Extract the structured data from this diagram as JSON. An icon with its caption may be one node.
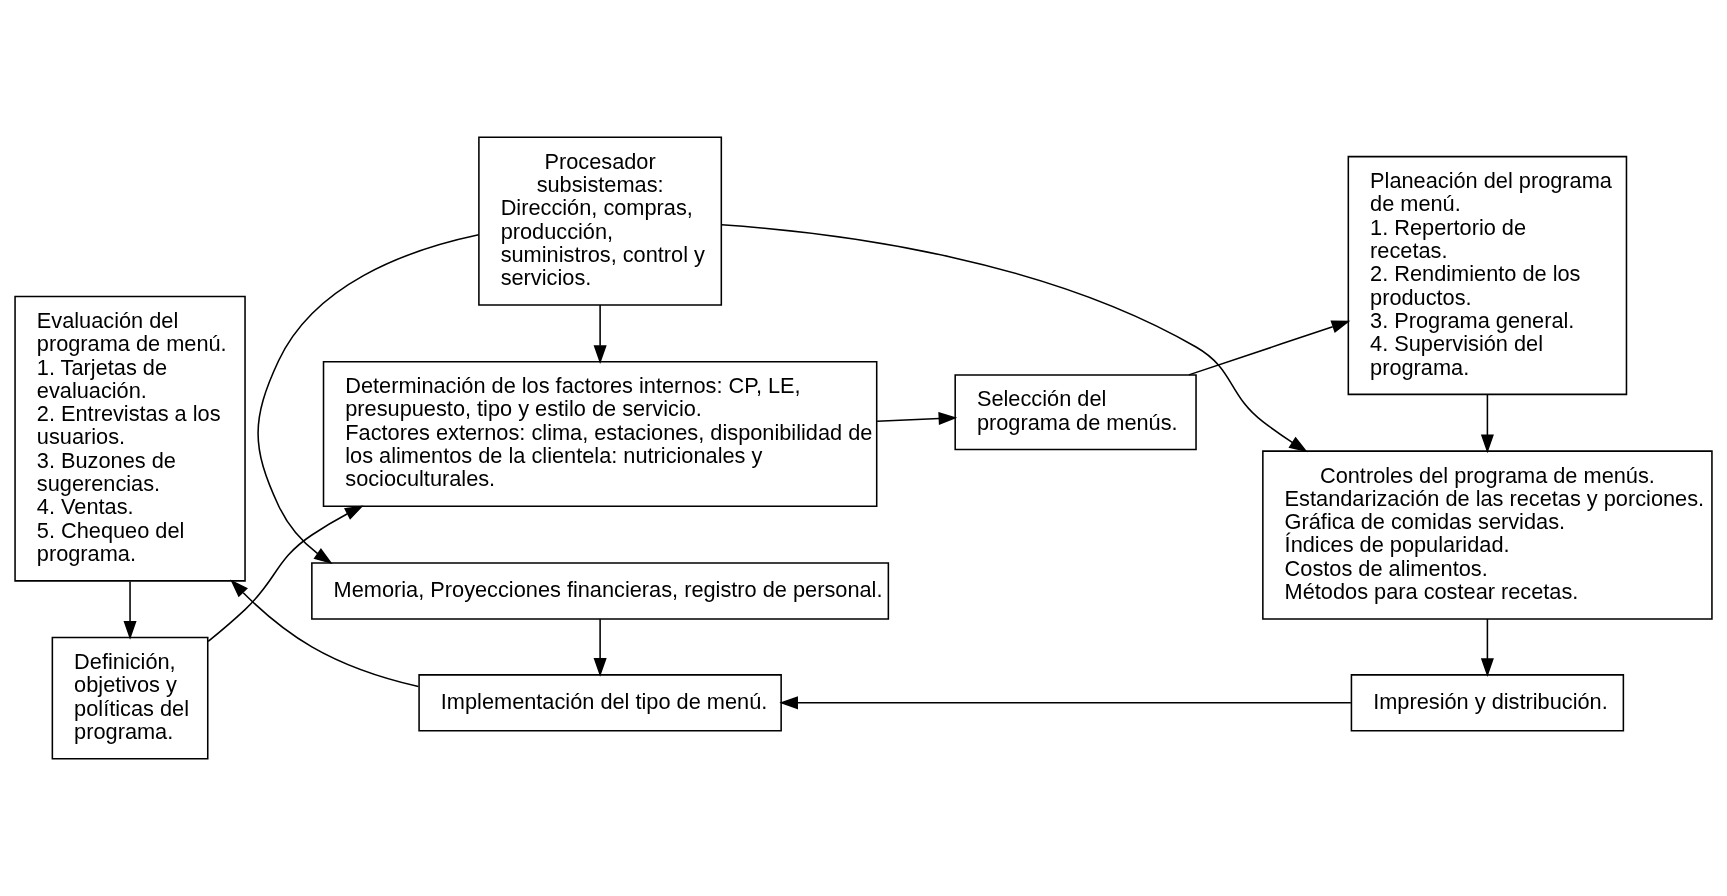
{
  "diagram": {
    "nodes": [
      {
        "text": [
          "Definición, objetivos y políticas del programa."
        ]
      },
      {
        "text": [
          "Determinación de los factores internos: CP, LE, presupuesto, tipo y estilo de servicio.",
          "Factores externos: clima, estaciones, disponibilidad de los alimentos de la clientela: nutricionales y socioculturales."
        ]
      },
      {
        "text": [
          "Selección del programa de menús."
        ]
      },
      {
        "text": [
          "Planeación del programa de menú.",
          "1. Repertorio de recetas.",
          "2. Rendimiento de los productos.",
          "3. Programa general.",
          "4. Supervisión del programa."
        ]
      },
      {
        "text": [
          "Procesador subsistemas:",
          "Dirección, compras, producción, suministros, control y servicios."
        ]
      },
      {
        "text": [
          "Controles del programa de menús.",
          "Estandarización de las recetas y porciones.",
          "Gráfica de comidas servidas.",
          "Índices de popularidad.",
          "Costos de alimentos.",
          "Métodos para costear recetas."
        ]
      },
      {
        "text": [
          "Memoria, Proyecciones financieras, registro de personal."
        ]
      },
      {
        "text": [
          "Impresión y distribución."
        ]
      },
      {
        "text": [
          "Implementación del tipo de menú."
        ]
      },
      {
        "text": [
          "Evaluación del programa de menú.",
          "1. Tarjetas de evaluación.",
          "2. Entrevistas a los usuarios.",
          "3. Buzones de sugerencias.",
          "4. Ventas.",
          "5. Chequeo del programa."
        ]
      }
    ],
    "edges": [
      {
        "from": 0,
        "to": 1,
        "arrow": "to"
      },
      {
        "from": 1,
        "to": 2,
        "arrow": "to"
      },
      {
        "from": 2,
        "to": 3,
        "arrow": "to"
      },
      {
        "from": 3,
        "to": 5,
        "arrow": "to"
      },
      {
        "from": 4,
        "to": 1,
        "arrow": "to"
      },
      {
        "from": 4,
        "to": 5,
        "arrow": "to"
      },
      {
        "from": 4,
        "to": 6,
        "arrow": "to"
      },
      {
        "from": 6,
        "to": 8,
        "arrow": "to"
      },
      {
        "from": 5,
        "to": 7,
        "arrow": "to"
      },
      {
        "from": 7,
        "to": 8,
        "arrow": "to"
      },
      {
        "from": 8,
        "to": 9,
        "arrow": "to"
      },
      {
        "from": 9,
        "to": 0,
        "arrow": "to"
      }
    ]
  }
}
